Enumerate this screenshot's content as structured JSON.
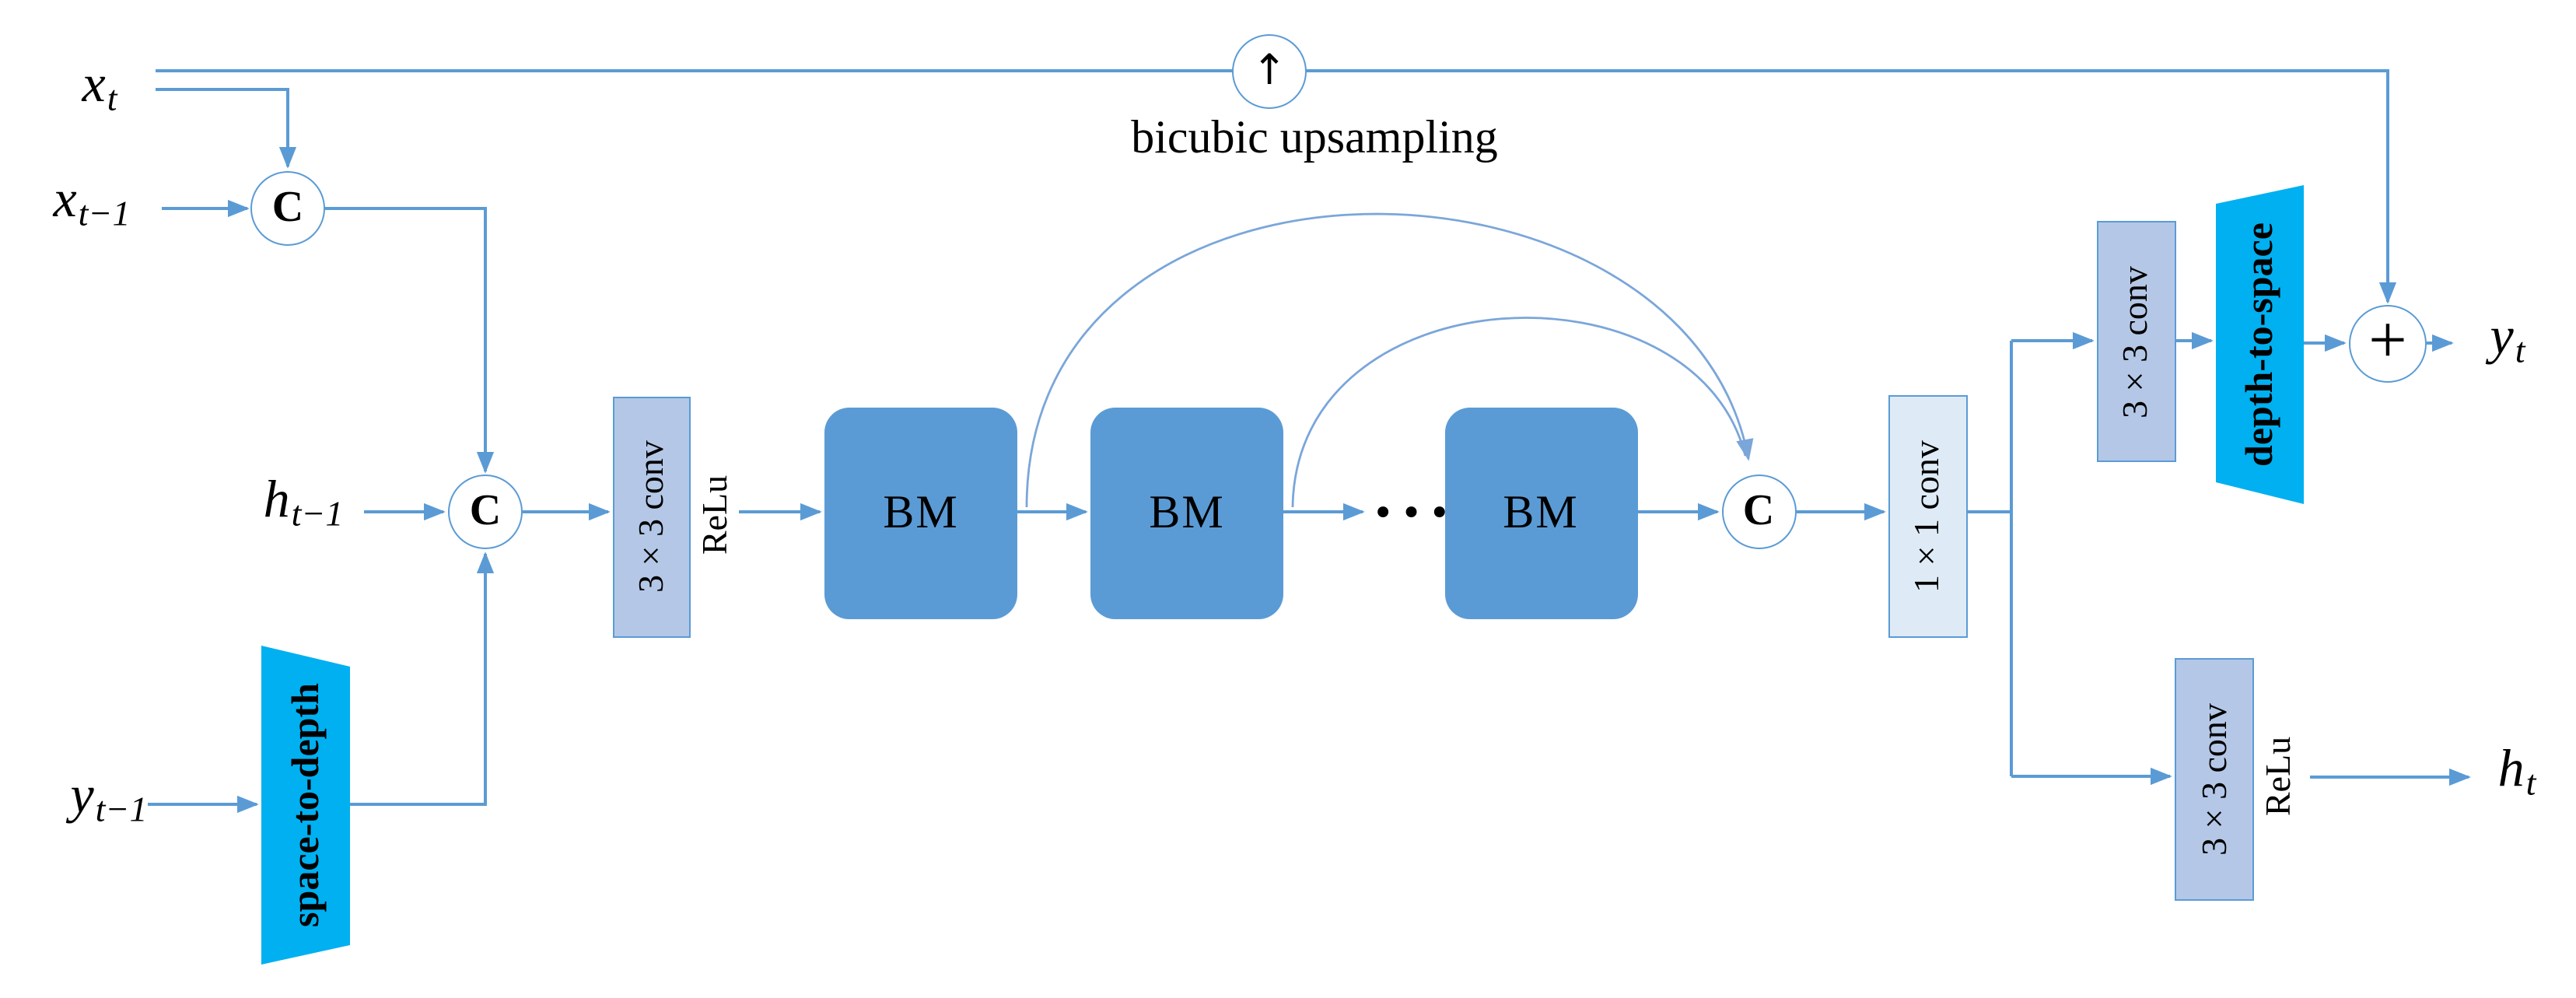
{
  "colors": {
    "line": "#5B9BD5",
    "arc": "#7AA6DA",
    "bm-fill": "#5B9BD5",
    "conv33-fill": "#B4C7E7",
    "conv33-border": "#5B9BD5",
    "conv11-fill": "#DEEBF7",
    "conv11-border": "#5B9BD5",
    "trapezoid-fill": "#00B0F0",
    "circle-border": "#5B9BD5",
    "text": "#000000"
  },
  "labels": {
    "x_t": {
      "base": "x",
      "sub": "t"
    },
    "x_t_minus_1": {
      "base": "x",
      "sub": "t−1"
    },
    "h_t_minus_1": {
      "base": "h",
      "sub": "t−1"
    },
    "y_t_minus_1": {
      "base": "y",
      "sub": "t−1"
    },
    "y_t": {
      "base": "y",
      "sub": "t"
    },
    "h_t": {
      "base": "h",
      "sub": "t"
    }
  },
  "nodes": {
    "concat": "C",
    "add": "+",
    "upsample_glyph": "↑",
    "bicubic_caption": "bicubic upsampling",
    "conv_3x3": "3 × 3 conv",
    "conv_1x1": "1 × 1 conv",
    "relu": "ReLu",
    "bm": "BM",
    "ellipsis": "•••",
    "space_to_depth": "space-to-depth",
    "depth_to_space": "depth-to-space"
  }
}
